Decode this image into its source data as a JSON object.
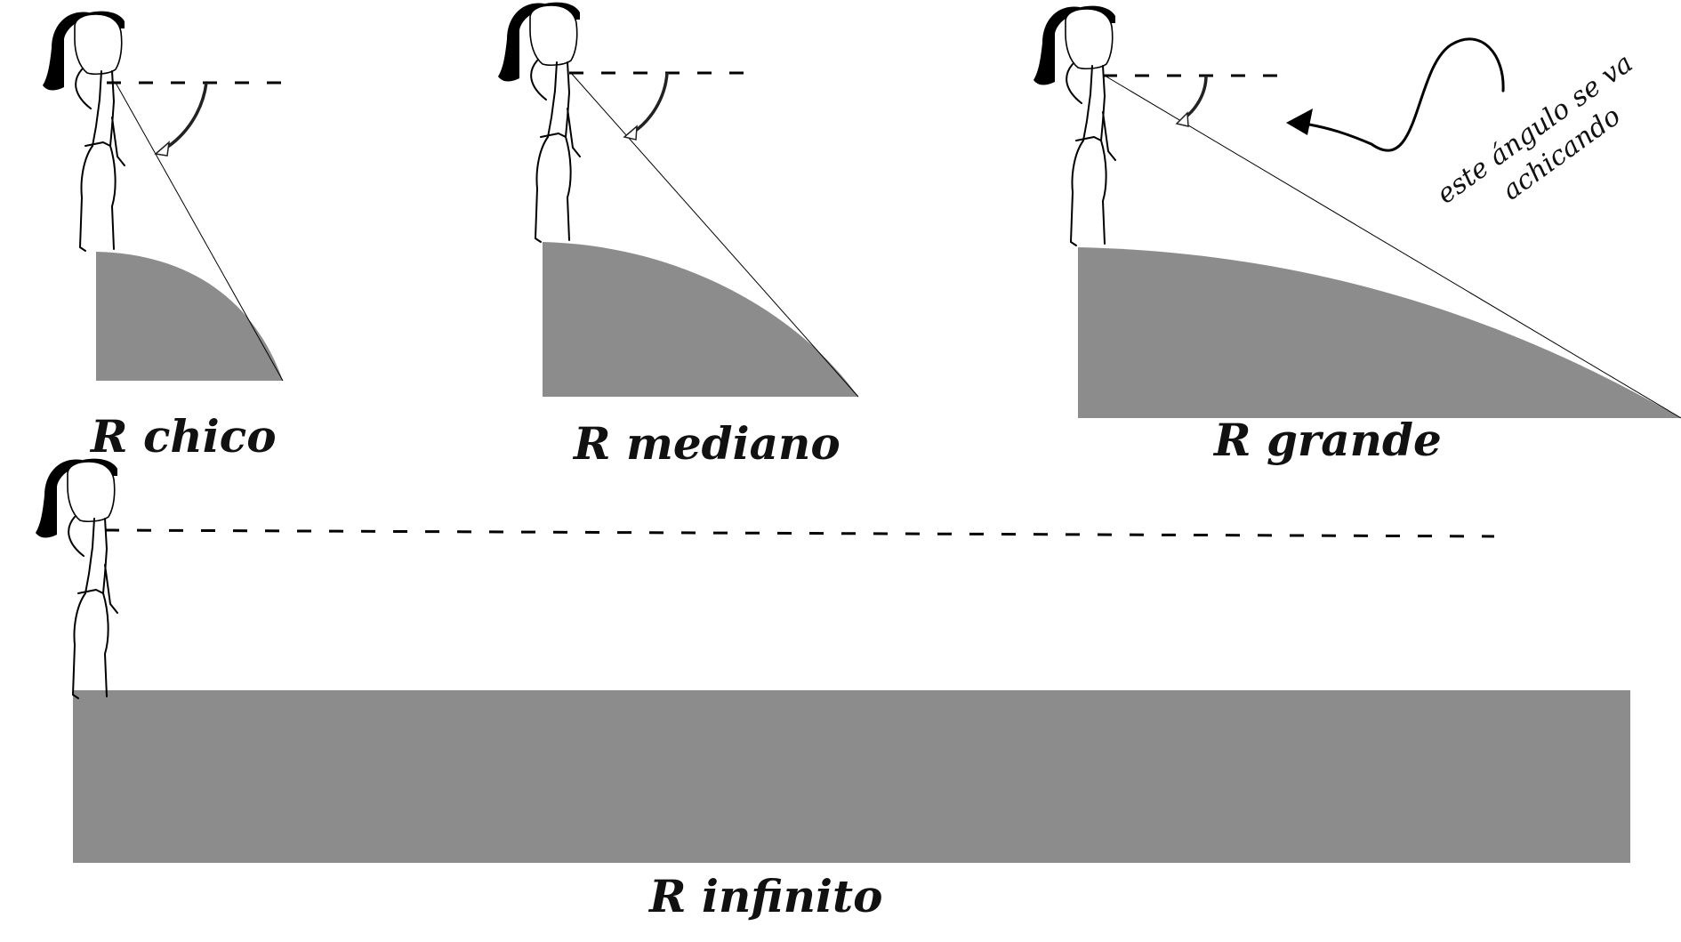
{
  "panels": [
    {
      "id": "small",
      "label": "R chico"
    },
    {
      "id": "medium",
      "label": "R mediano"
    },
    {
      "id": "large",
      "label": "R grande"
    },
    {
      "id": "infinite",
      "label": "R infinito"
    }
  ],
  "annotation": {
    "line1": "este ángulo se va",
    "line2": "achicando"
  },
  "colors": {
    "ground": "#8c8c8c",
    "ink": "#000000",
    "background": "#ffffff"
  },
  "icons": {
    "person": "person-icon",
    "arrow": "curved-arrow-icon"
  }
}
